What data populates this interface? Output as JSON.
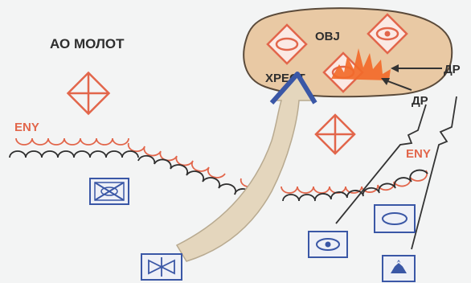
{
  "labels": {
    "area_name": "АО МОЛОТ",
    "objective": "OBJ",
    "objective_name": "ХРЕСТ",
    "dp_upper": "ДР",
    "dp_lower": "ДР",
    "enemy_left": "ENY",
    "enemy_right": "ENY"
  },
  "colors": {
    "background": "#f3f4f4",
    "enemy_red": "#e2664b",
    "friendly_blue": "#3a57a6",
    "objective_fill": "#e9c9a4",
    "objective_outline": "#5a4a3a",
    "arrow_fill": "#e4d6bd",
    "fire_orange": "#f26a2a",
    "line_dark": "#333333"
  },
  "symbols": [
    "enemy-unit-diamond-crossed",
    "enemy-unit-diamond-oval",
    "enemy-unit-diamond-eye",
    "friendly-unit-blue-crossed-x",
    "friendly-unit-blue-oval",
    "friendly-unit-blue-eye",
    "friendly-unit-blue-bowtie",
    "friendly-unit-blue-chevron"
  ]
}
